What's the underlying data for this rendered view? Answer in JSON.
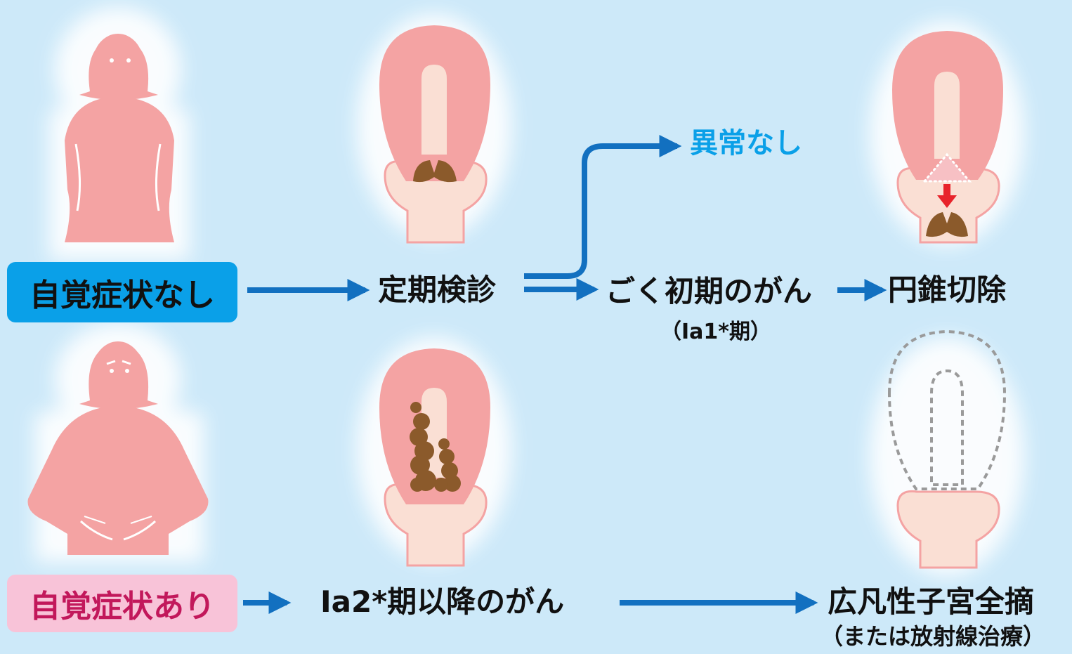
{
  "badges": {
    "no_symptoms": "自覚症状なし",
    "symptoms": "自覚症状あり"
  },
  "steps": {
    "checkup": "定期検診",
    "no_abnormality": "異常なし",
    "very_early_cancer": "ごく初期のがん",
    "very_early_stage": "（Ia1*期）",
    "conization": "円錐切除",
    "later_cancer": "Ia2*期以降のがん",
    "hysterectomy": "広凡性子宮全摘",
    "hysterectomy_alt": "（または放射線治療）"
  },
  "colors": {
    "background": "#cde9f9",
    "badge_blue": "#0aa0e8",
    "badge_pink": "#f8c3d8",
    "badge_pink_text": "#c2185b",
    "arrow": "#1270c0",
    "highlight_text": "#0aa0e8",
    "skin": "#f4a3a3",
    "tissue_light": "#fadfd4",
    "tumor": "#8b5a2b",
    "down_arrow": "#e8232b"
  }
}
